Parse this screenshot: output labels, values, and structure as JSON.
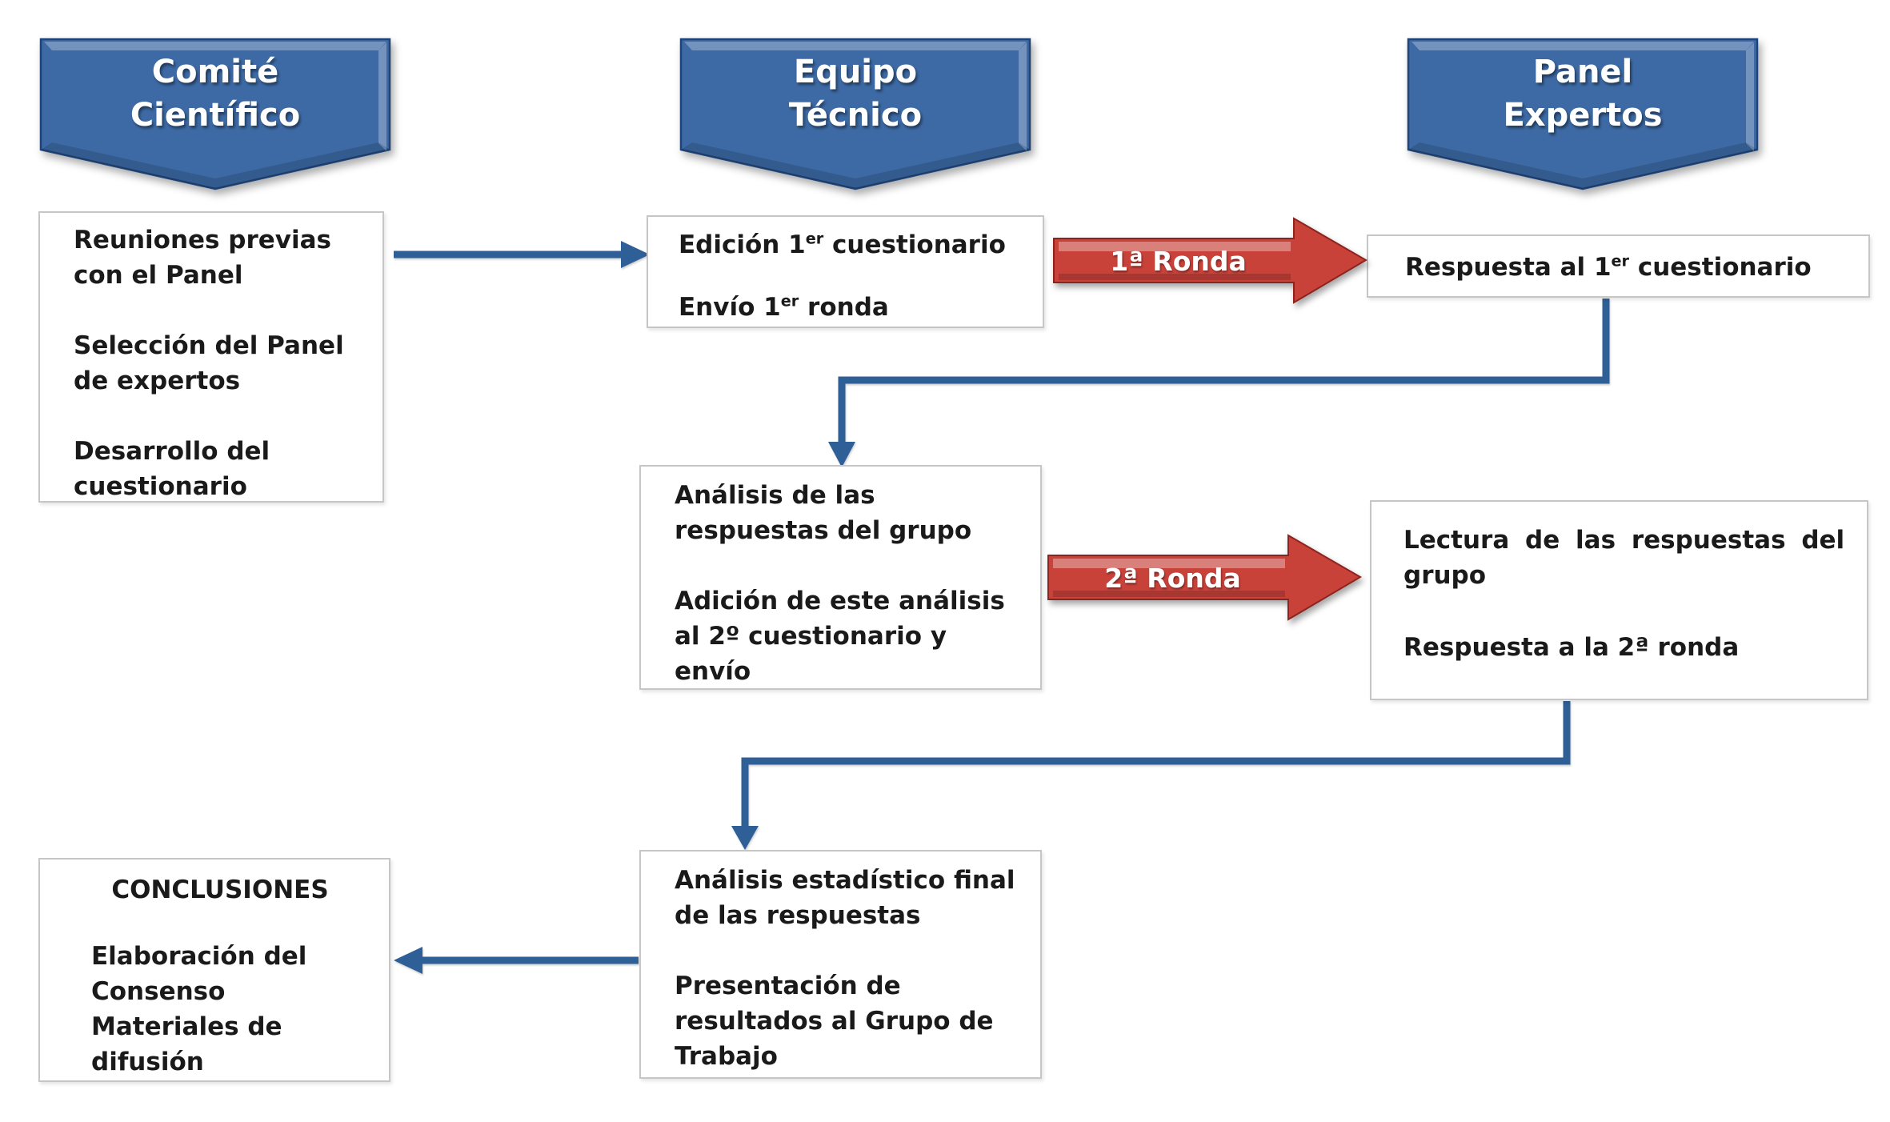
{
  "colors": {
    "banner_fill": "#3d6aa5",
    "banner_edge": "#1f4479",
    "arrow_fill": "#c8423a",
    "arrow_edge": "#8e231d",
    "connector": "#2e5f96",
    "box_border": "#c6c6c6",
    "text": "#1a1a1a"
  },
  "banners": {
    "comite": {
      "line1": "Comité",
      "line2": "Científico"
    },
    "equipo": {
      "line1": "Equipo",
      "line2": "Técnico"
    },
    "panel": {
      "line1": "Panel",
      "line2": "Expertos"
    }
  },
  "round_arrows": {
    "ronda1": "1ª Ronda",
    "ronda2": "2ª Ronda"
  },
  "boxes": {
    "comite_tasks": {
      "p1": [
        "Reuniones previas",
        "con el Panel"
      ],
      "p2": [
        "Selección del Panel",
        "de expertos"
      ],
      "p3": [
        "Desarrollo del",
        "cuestionario"
      ]
    },
    "edicion_envio": {
      "l1": {
        "pre": "Edición 1",
        "sup": "er",
        "post": " cuestionario"
      },
      "l2": {
        "pre": "Envío 1",
        "sup": "er",
        "post": " ronda"
      }
    },
    "respuesta1": {
      "l1": {
        "pre": "Respuesta al 1",
        "sup": "er",
        "post": " cuestionario"
      }
    },
    "analisis_respuestas": {
      "p1": [
        "Análisis de las",
        "respuestas del grupo"
      ],
      "p2": [
        "Adición de este análisis",
        "al 2º cuestionario y",
        "envío"
      ]
    },
    "lectura": {
      "p1": [
        "Lectura de las respuestas del",
        "grupo"
      ],
      "p2": [
        "Respuesta a la 2ª ronda"
      ]
    },
    "analisis_final": {
      "p1": [
        "Análisis estadístico final",
        "de las respuestas"
      ],
      "p2": [
        "Presentación de",
        "resultados al Grupo de",
        "Trabajo"
      ]
    },
    "conclusiones": {
      "title": "CONCLUSIONES",
      "lines": [
        "Elaboración del",
        "Consenso",
        "Materiales de",
        "difusión"
      ]
    }
  }
}
